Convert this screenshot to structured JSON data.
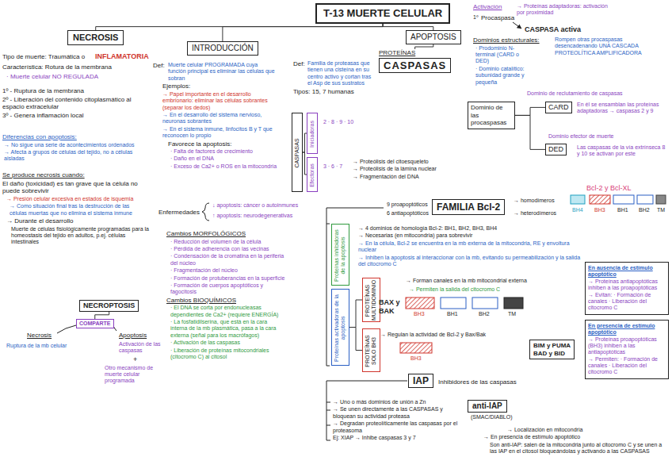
{
  "diagram": {
    "nodes": [
      {
        "text": [
          "T-13 MUERTE CELULAR"
        ]
      },
      {
        "text": [
          "NECROSIS"
        ]
      },
      {
        "text": [
          "INTRODUCCIÓN"
        ]
      },
      {
        "text": [
          "APOPTOSIS"
        ]
      },
      {
        "text": [
          "PROTEÍNAS",
          "CASPASAS"
        ]
      },
      {
        "text": [
          "Dominio de las procaspasas"
        ]
      },
      {
        "text": [
          "CARD"
        ]
      },
      {
        "text": [
          "DED"
        ]
      },
      {
        "text": [
          "FAMILIA Bcl-2"
        ]
      },
      {
        "text": [
          "Proteínas inhibidoras de la apoptosis"
        ]
      },
      {
        "text": [
          "Proteínas activadoras de la apoptosis"
        ]
      },
      {
        "text": [
          "PROTEÍNAS MULTIDOMINIO"
        ]
      },
      {
        "text": [
          "PROTEÍNAS SOLO BH3"
        ]
      },
      {
        "text": [
          "CASPASAS"
        ]
      },
      {
        "text": [
          "Iniciadoras"
        ]
      },
      {
        "text": [
          "Efectoras"
        ]
      },
      {
        "text": [
          "NECROPTOSIS"
        ]
      },
      {
        "text": [
          "COMPARTE"
        ]
      },
      {
        "text": [
          "IAP"
        ]
      },
      {
        "text": [
          "anti-IAP"
        ]
      },
      {
        "text": [
          "En ausencia de estímulo apoptótico",
          "→ Proteínas antiapoptóticas inhiben a las proapoptóticas",
          "→ Evitan: · Formación de canales · Liberación del citocromo C"
        ]
      },
      {
        "text": [
          "En presencia de estímulo apoptótico",
          "→ Proteínas proapoptóticas (BH3) inhiben a las antiapoptóticas",
          "→ Permiten: · Formación de canales · Liberación del citocromo C"
        ]
      },
      {
        "text": [
          "BIM y PUMA",
          "BAD y BID"
        ]
      }
    ],
    "edges": [
      {
        "from": 0,
        "to": 1,
        "arrow": "none"
      },
      {
        "from": 0,
        "to": 2,
        "arrow": "none"
      },
      {
        "from": 0,
        "to": 3,
        "arrow": "none"
      },
      {
        "from": 3,
        "to": 4,
        "arrow": "none"
      },
      {
        "from": 5,
        "to": 6,
        "arrow": "none"
      },
      {
        "from": 5,
        "to": 7,
        "arrow": "none"
      },
      {
        "from": 13,
        "to": 14,
        "arrow": "none"
      },
      {
        "from": 13,
        "to": 15,
        "arrow": "none"
      },
      {
        "from": 16,
        "to": 17,
        "arrow": "none"
      },
      {
        "from": 10,
        "to": 11,
        "arrow": "none"
      },
      {
        "from": 10,
        "to": 12,
        "arrow": "none"
      }
    ],
    "labels": [
      "Tipo de muerte: Traumática o",
      "INFLAMATORIA",
      "Característica: Rotura de la membrana",
      "· Muerte celular NO REGULADA",
      "1º - Ruptura de la membrana",
      "2º - Liberación del contenido citoplasmático al espacio extracelular",
      "3º - Genera inflamación local",
      "Diferencias con apoptosis:",
      "→ No sigue una serie de acontecimientos ordenados",
      "→ Afecta a grupos de células del tejido, no a células aisladas",
      "Se produce necrosis cuando:",
      "El daño (toxicidad) es tan grave que la célula no puede sobrevivir",
      "→ Presión celular excesiva en estados de isquemia",
      "→ Como situación final tras la destrucción de las células muertas que no elimina el sistema inmune",
      "→ Durante el desarrollo",
      "Muerte de células fisiológicamente programadas para la homeostasis del tejido en adultos, p.ej. células intestinales",
      "Necrosis",
      "Apoptosis",
      "Ruptura de la mb celular",
      "Activación de las caspasas",
      "+",
      "Otro mecanismo de muerte celular programada",
      "Def:",
      "Muerte celular PROGRAMADA cuya función principal es eliminar las células que sobran",
      "Ejemplos:",
      "→ Papel importante en el desarrollo embrionario: eliminar las células sobrantes (separar los dedos)",
      "→ En el desarrollo del sistema nervioso, neuronas sobrantes",
      "→ En el sistema inmune, linfocitos B y T que reconocen lo propio",
      "Favorece la apoptosis:",
      "· Falta de factores de crecimiento",
      "· Daño en el DNA",
      "· Exceso de Ca2+ o ROS en la mitocondria",
      "Enfermedades",
      "↓ apoptosis: cáncer o autoinmunes",
      "↑ apoptosis: neurodegenerativas",
      "Cambios MORFOLÓGICOS",
      "· Reducción del volumen de la célula",
      "· Pérdida de adherencia con las vecinas",
      "· Condensación de la cromatina en la periferia del núcleo",
      "· Fragmentación del núcleo",
      "· Formación de protuberancias en la superficie",
      "· Formación de cuerpos apoptóticos y fagocitosis",
      "Cambios BIOQUÍMICOS",
      "· El DNA se corta por endonucleasas dependientes de Ca2+ (requiere ENERGÍA)",
      "· La fosfatidilserina, que está en la cara interna de la mb plasmática, pasa a la cara externa (señal para los macrófagos)",
      "· Activación de las caspasas",
      "· Liberación de proteínas mitocondriales (citocromo C) al citosol",
      "Def:",
      "Familia de proteasas que tienen una cisteína en su centro activo y cortan tras el Asp de sus sustratos",
      "Tipos: 15, 7 humanas",
      "2 · 8 · 9 · 10",
      "3 · 6 · 7",
      "→ Proteólisis del citoesqueleto",
      "→ Proteólisis de la lámina nuclear",
      "→ Fragmentación del DNA",
      "Activación",
      "1º",
      "Procaspasa",
      "CASPASA activa",
      "→ Proteínas adaptadoras: activación por proximidad",
      "Dominios estructurales:",
      "· Prodominio N-terminal (CARD o DED)",
      "· Dominio catalítico: subunidad grande y pequeña",
      "Rompen otras procaspasas desencadenando UNA CASCADA PROTEOLÍTICA AMPLIFICADORA",
      "Dominio de reclutamiento de caspasas",
      "Dominio efector de muerte",
      "En él se ensamblan las proteínas adaptadoras → caspasas 2 y 9",
      "Las caspasas de la vía extrínseca 8 y 10 se activan por este",
      "9 proapoptóticos",
      "6 antiapoptóticos",
      "→ homodímeros",
      "→ heterodímeros",
      "Bcl-2 y Bcl-XL",
      "BH4",
      "BH3",
      "BH1",
      "BH2",
      "TM",
      "→ 4 dominios de homología Bcl-2: BH1, BH2, BH3, BH4",
      "→ Necesarias (en mitocondria) para sobrevivir",
      "→ En la célula, Bcl-2 se encuentra en la mb externa de la mitocondria, RE y envoltura nuclear",
      "→ Inhiben la apoptosis al interaccionar con la mb, evitando su permeabilización y la salida del citocromo C",
      "BAX y BAK",
      "→ Forman canales en la mb mitocondrial externa",
      "→ Permiten la salida del citocromo C",
      "BH3",
      "BH1",
      "BH2",
      "TM",
      "→ Regulan la actividad de Bcl-2 y Bax/Bak",
      "BH3",
      "Inhibidores de las caspasas",
      "→ Uno o más dominios de unión a Zn",
      "→ Se unen directamente a las CASPASAS y bloquean su actividad proteasa",
      "→ Degradan proteolíticamente las caspasas por el proteasoma",
      "Ej: XIAP → Inhibe caspasas 3 y 7",
      "(SMAC/DIABLO)",
      "→ Localización en mitocondria",
      "→ En presencia de estímulo apoptótico",
      "Son anti-IAP: salen de la mitocondria junto al citocromo C y se unen a las IAP en el citosol bloqueándolas y activando a las CASPASAS"
    ]
  }
}
